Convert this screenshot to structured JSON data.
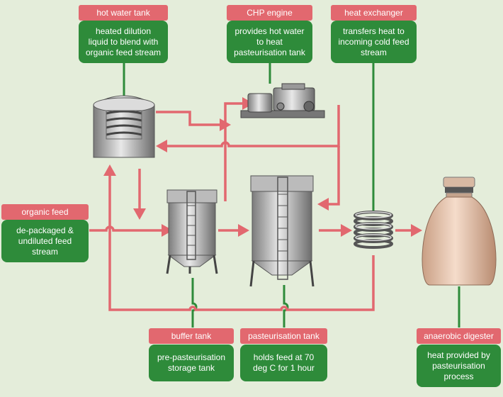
{
  "components": [
    {
      "key": "hot_water_tank",
      "label": "hot water tank",
      "desc": [
        "heated dilution",
        "liquid to blend with",
        "organic feed stream"
      ]
    },
    {
      "key": "chp_engine",
      "label": "CHP engine",
      "desc": [
        "provides hot water",
        "to heat",
        "pasteurisation tank"
      ]
    },
    {
      "key": "heat_exchanger",
      "label": "heat exchanger",
      "desc": [
        "transfers heat to",
        "incoming cold feed",
        "stream"
      ]
    },
    {
      "key": "organic_feed",
      "label": "organic feed",
      "desc": [
        "de-packaged &",
        "undiluted feed",
        "stream"
      ]
    },
    {
      "key": "buffer_tank",
      "label": "buffer tank",
      "desc": [
        "pre-pasteurisation",
        "storage tank"
      ]
    },
    {
      "key": "pasteurisation_tank",
      "label": "pasteurisation tank",
      "desc": [
        "holds feed at 70",
        "deg C for 1 hour"
      ]
    },
    {
      "key": "anaerobic_digester",
      "label": "anaerobic digester",
      "desc": [
        "heat provided by",
        "pasteurisation",
        "process"
      ]
    }
  ],
  "colors": {
    "label_bg": "#e2686f",
    "desc_bg": "#2e8b3a",
    "pipe": "#e2686f",
    "connector": "#2e8b3a",
    "background": "#e4edda"
  }
}
